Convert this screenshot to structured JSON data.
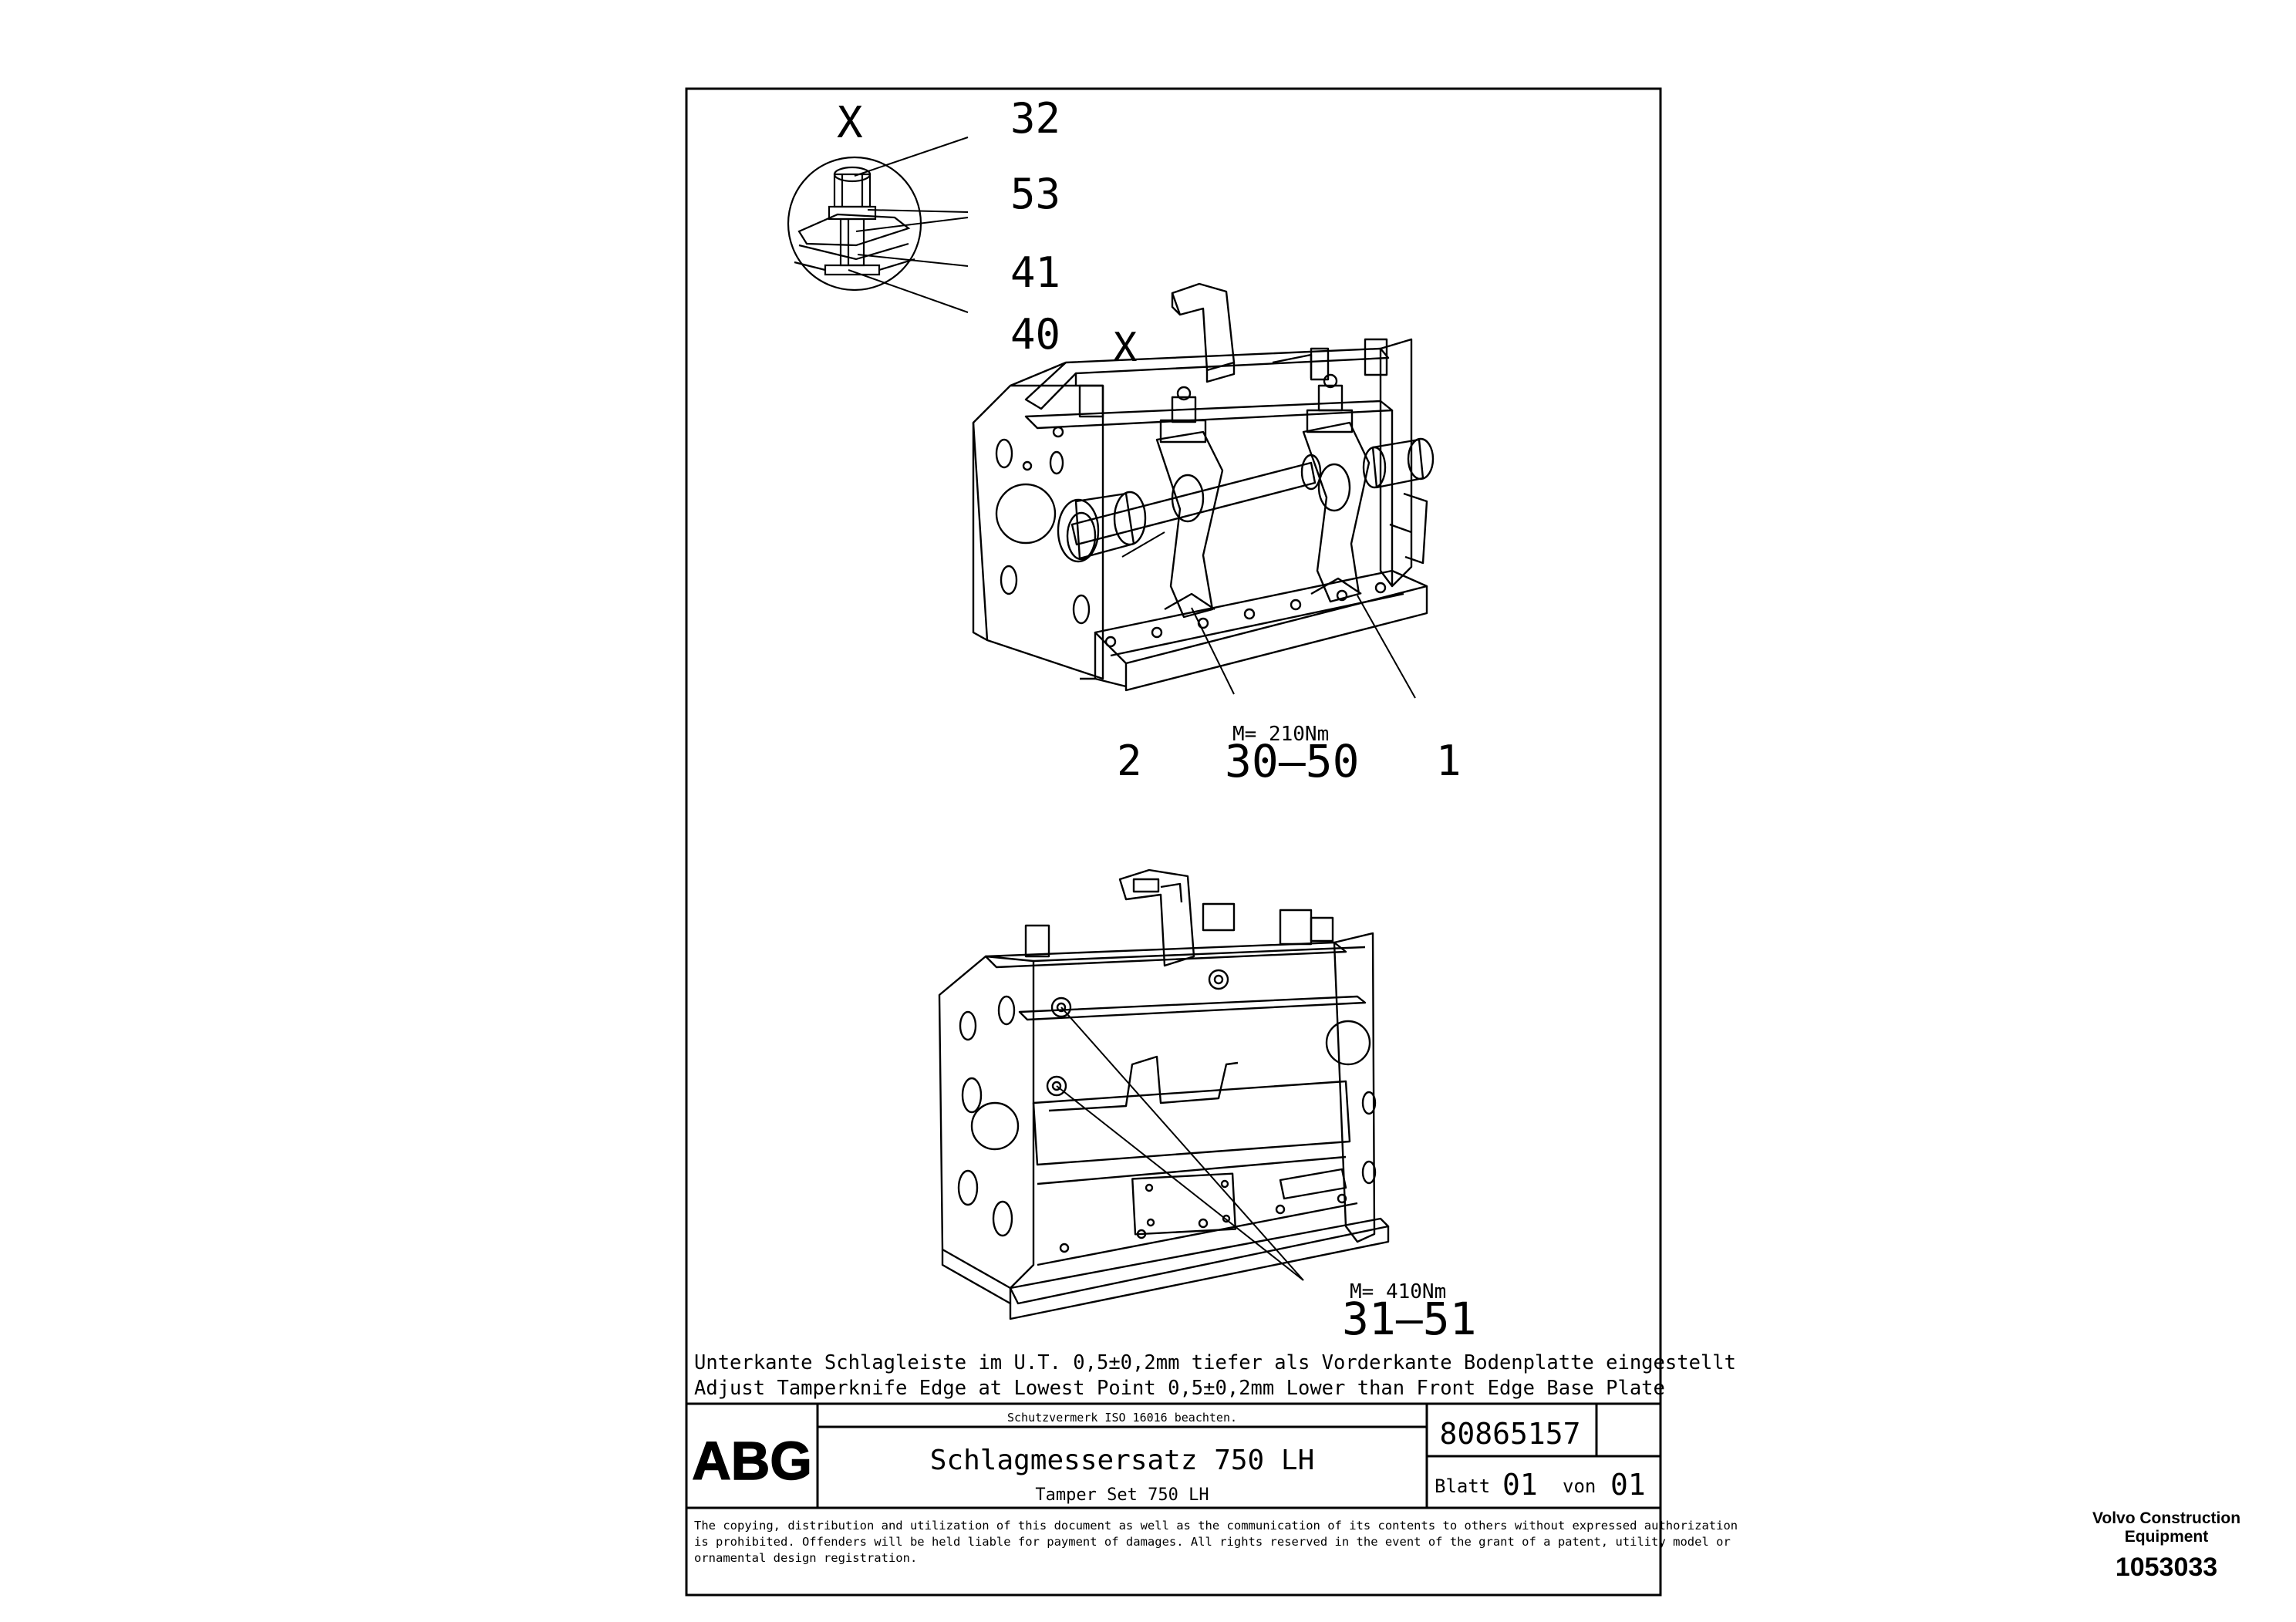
{
  "callouts": {
    "detail_mark": "X",
    "c32": "32",
    "c53": "53",
    "c41": "41",
    "c40": "40",
    "view_mark": "X",
    "c2": "2",
    "c1": "1",
    "torque_a": "M= 210Nm",
    "range_a": "30—50",
    "torque_b": "M= 410Nm",
    "range_b": "31—51"
  },
  "note": {
    "de": "Unterkante Schlagleiste im U.T. 0,5±0,2mm tiefer als Vorderkante Bodenplatte eingestellt",
    "en": "Adjust Tamperknife Edge at Lowest Point 0,5±0,2mm Lower than Front Edge Base Plate"
  },
  "title_block": {
    "logo": "ABG",
    "protection_note": "Schutzvermerk ISO 16016 beachten.",
    "title_de": "Schlagmessersatz 750 LH",
    "title_en": "Tamper Set 750 LH",
    "part_number": "80865157",
    "sheet_label": "Blatt",
    "sheet_number": "01",
    "of_label": "von",
    "sheet_total": "01"
  },
  "copyright": {
    "line1": "The copying, distribution and utilization of this document as well as the communication of its contents to others without expressed authorization",
    "line2": "is prohibited. Offenders will be held liable for payment of damages. All rights reserved in the event of the grant of a patent, utility model or",
    "line3": "ornamental design registration."
  },
  "footer": {
    "company_line1": "Volvo Construction",
    "company_line2": "Equipment",
    "image_number": "1053033"
  }
}
